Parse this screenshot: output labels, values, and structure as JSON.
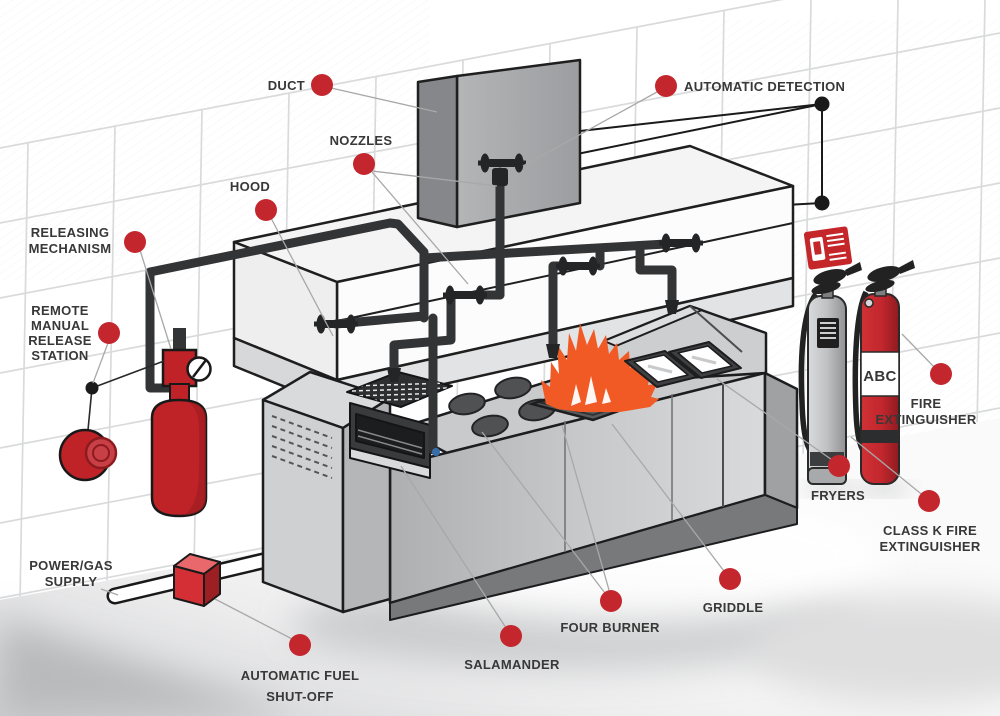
{
  "title": "Commercial kitchen fire suppression system diagram",
  "colors": {
    "accent_red": "#c1272d",
    "dot_red": "#c4262e",
    "flame_orange": "#f15a24",
    "pipe_black": "#333436",
    "label_text": "#383838"
  },
  "labels": {
    "duct": {
      "text": "DUCT"
    },
    "nozzles": {
      "text": "NOZZLES"
    },
    "hood": {
      "text": "HOOD"
    },
    "releasing_mechanism": {
      "line1": "RELEASING",
      "line2": "MECHANISM"
    },
    "remote_manual_release_station": {
      "line1": "REMOTE",
      "line2": "MANUAL",
      "line3": "RELEASE",
      "line4": "STATION"
    },
    "automatic_detection": {
      "text": "AUTOMATIC DETECTION"
    },
    "fire_extinguisher": {
      "line1": "FIRE",
      "line2": "EXTINGUISHER"
    },
    "class_k_fire_extinguisher": {
      "line1": "CLASS K FIRE",
      "line2": "EXTINGUISHER"
    },
    "fryers": {
      "text": "FRYERS"
    },
    "griddle": {
      "text": "GRIDDLE"
    },
    "four_burner": {
      "text": "FOUR BURNER"
    },
    "salamander": {
      "text": "SALAMANDER"
    },
    "power_gas_supply": {
      "line1": "POWER/GAS",
      "line2": "SUPPLY"
    },
    "automatic_fuel_shut_off": {
      "line1": "AUTOMATIC FUEL",
      "line2": "SHUT-OFF"
    }
  },
  "extinguisher": {
    "abc_label": "ABC"
  }
}
